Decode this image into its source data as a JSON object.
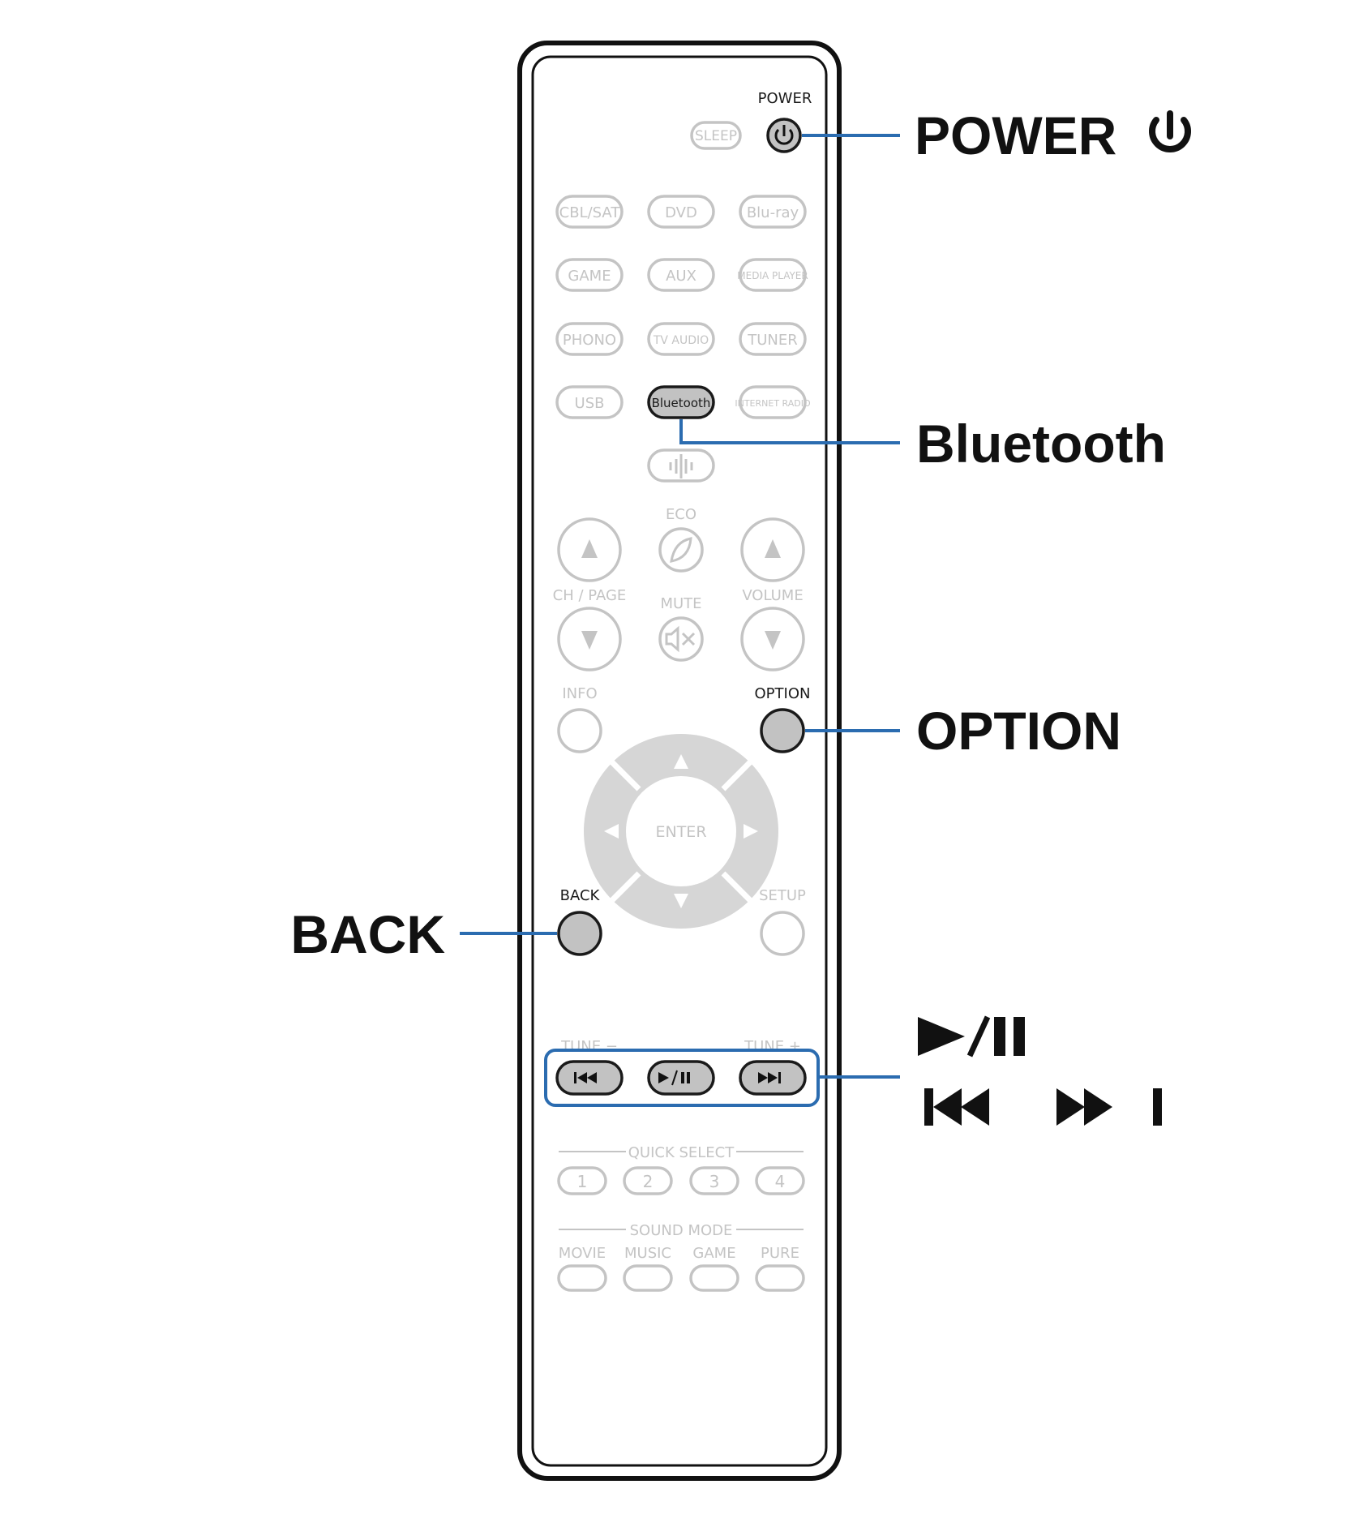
{
  "remote": {
    "power_label": "POWER",
    "sleep_label": "SLEEP",
    "sources": [
      "CBL/SAT",
      "DVD",
      "Blu-ray",
      "GAME",
      "AUX",
      "MEDIA PLAYER",
      "PHONO",
      "TV AUDIO",
      "TUNER",
      "USB",
      "Bluetooth",
      "INTERNET RADIO"
    ],
    "eco_label": "ECO",
    "ch_page_label": "CH / PAGE",
    "mute_label": "MUTE",
    "volume_label": "VOLUME",
    "info_label": "INFO",
    "option_label": "OPTION",
    "enter_label": "ENTER",
    "back_label": "BACK",
    "setup_label": "SETUP",
    "tune_minus_label": "TUNE −",
    "tune_plus_label": "TUNE +",
    "quick_select_label": "QUICK SELECT",
    "quick_select_buttons": [
      "1",
      "2",
      "3",
      "4"
    ],
    "sound_mode_label": "SOUND MODE",
    "sound_mode_buttons": [
      "MOVIE",
      "MUSIC",
      "GAME",
      "PURE"
    ]
  },
  "callouts": {
    "power": "POWER",
    "bluetooth": "Bluetooth",
    "option": "OPTION",
    "back": "BACK"
  },
  "icons": {
    "power": "power-icon",
    "play_pause": "play-pause-icon",
    "skip_prev": "skip-previous-icon",
    "skip_next": "skip-next-icon"
  },
  "colors": {
    "leader": "#2b6cb0",
    "highlight_button": "#c2c2c2",
    "faint_button": "#c4c4c4"
  }
}
